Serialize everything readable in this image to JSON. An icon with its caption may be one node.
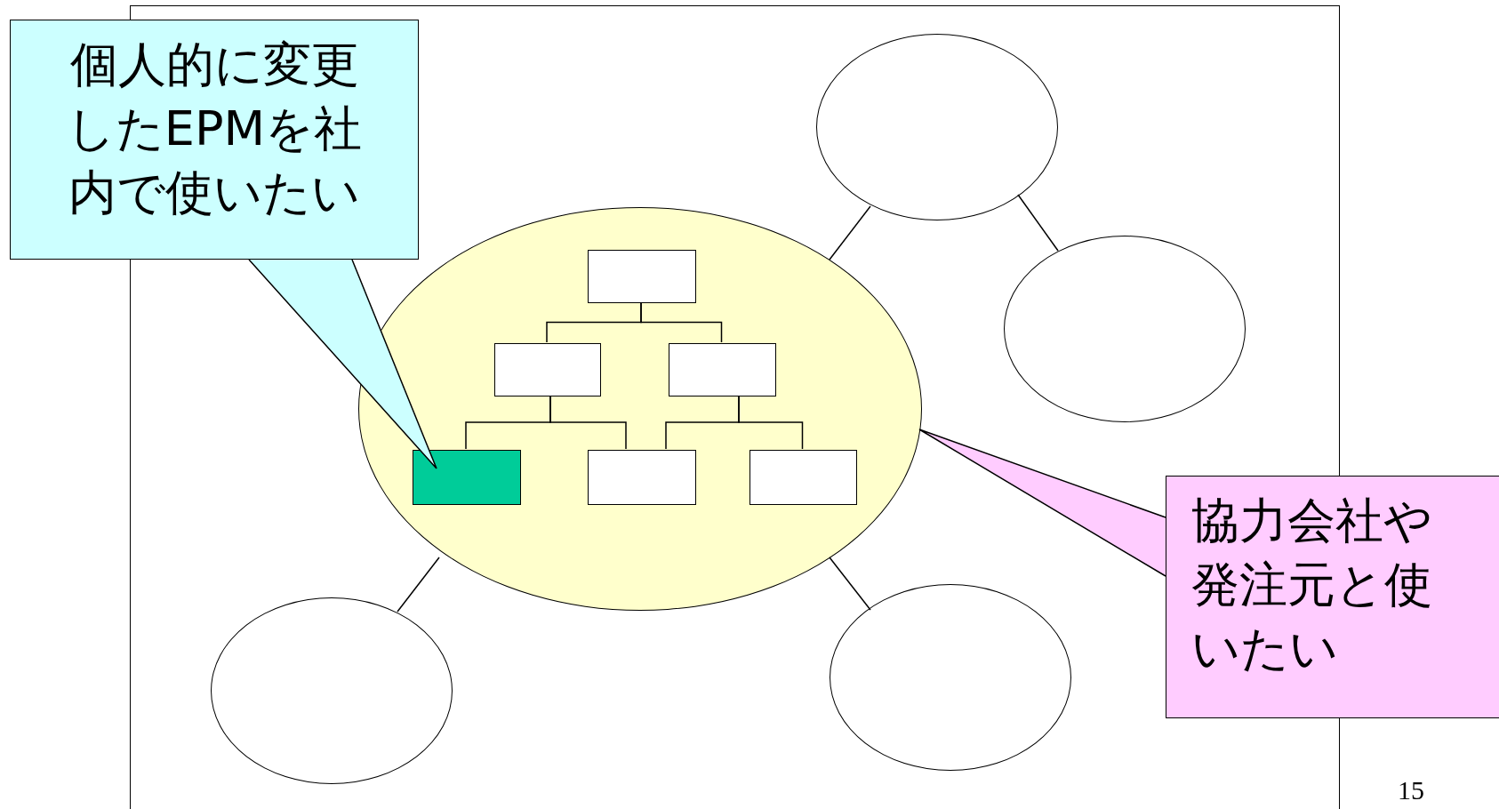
{
  "diagram": {
    "nodes": [
      {
        "text": [
          "個人的に変更したEPMを社内で使いたい"
        ]
      },
      {
        "text": [],
        "shape": "ellipse"
      },
      {
        "text": [],
        "shape": "box",
        "in": 1
      },
      {
        "text": [],
        "shape": "box",
        "in": 1
      },
      {
        "text": [],
        "shape": "box",
        "in": 1
      },
      {
        "text": [],
        "shape": "box",
        "in": 1
      },
      {
        "text": [],
        "shape": "box",
        "in": 1
      },
      {
        "text": [],
        "shape": "box",
        "in": 1
      },
      {
        "text": [],
        "shape": "ellipse"
      },
      {
        "text": [],
        "shape": "ellipse"
      },
      {
        "text": [],
        "shape": "ellipse"
      },
      {
        "text": [],
        "shape": "ellipse"
      },
      {
        "text": [
          "協力会社や発注元と使いたい"
        ]
      }
    ],
    "edges": [
      {
        "from": 2,
        "to": 3,
        "arrow": "none"
      },
      {
        "from": 2,
        "to": 4,
        "arrow": "none"
      },
      {
        "from": 3,
        "to": 5,
        "arrow": "none"
      },
      {
        "from": 3,
        "to": 6,
        "arrow": "none"
      },
      {
        "from": 4,
        "to": 6,
        "arrow": "none"
      },
      {
        "from": 4,
        "to": 7,
        "arrow": "none"
      },
      {
        "from": 1,
        "to": 8,
        "arrow": "none"
      },
      {
        "from": 8,
        "to": 9,
        "arrow": "none"
      },
      {
        "from": 1,
        "to": 10,
        "arrow": "none"
      },
      {
        "from": 1,
        "to": 11,
        "arrow": "none"
      },
      {
        "from": 0,
        "to": 5,
        "arrow": "none"
      },
      {
        "from": 12,
        "to": 1,
        "arrow": "none"
      }
    ],
    "labels": [
      "15"
    ]
  }
}
